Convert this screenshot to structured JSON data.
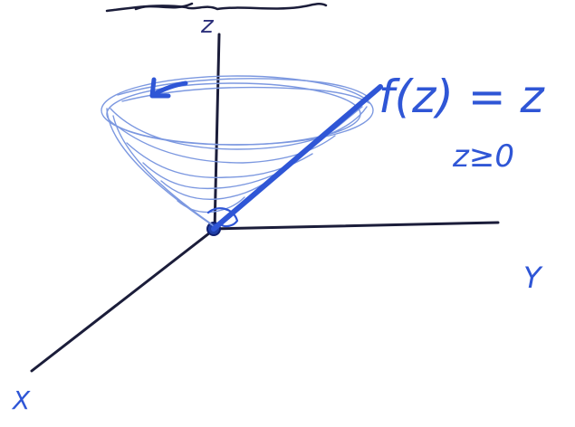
{
  "labels": {
    "z_axis": "z",
    "y_axis": "Y",
    "x_axis": "X",
    "function": "f(z) = z",
    "condition": "z≥0"
  },
  "colors": {
    "ink_black": "#1b1d3a",
    "ink_blue": "#2f56d6",
    "ink_light_blue": "#7c98e0"
  }
}
